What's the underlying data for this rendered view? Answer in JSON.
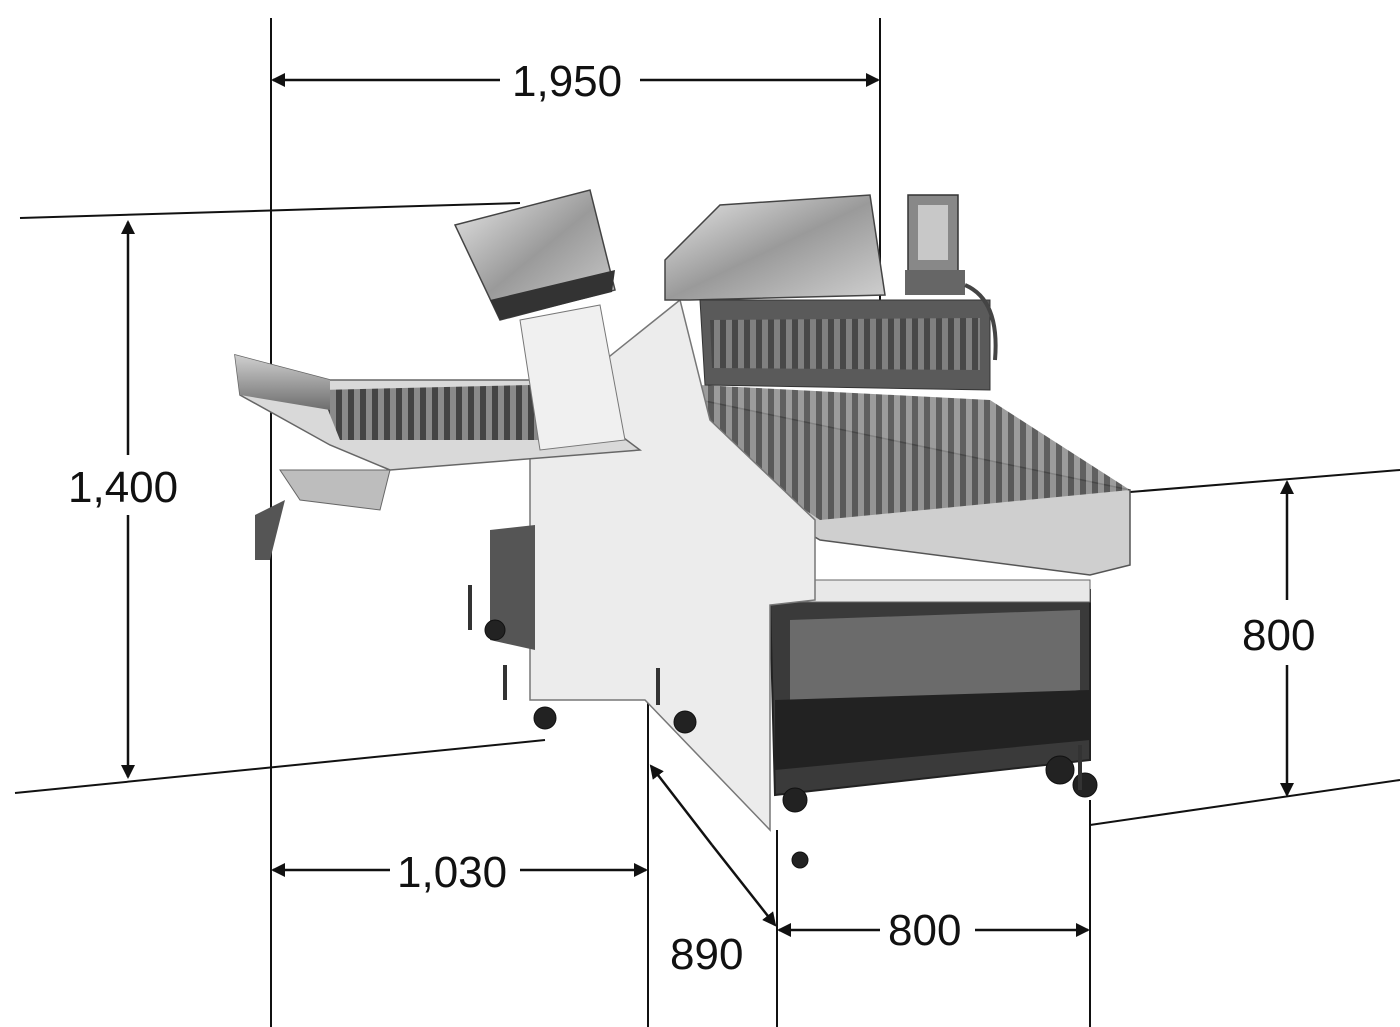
{
  "dimensions": {
    "overall_width": "1,950",
    "overall_height": "1,400",
    "table_height": "800",
    "infeed_length": "1,030",
    "depth": "890",
    "base_width": "800"
  }
}
